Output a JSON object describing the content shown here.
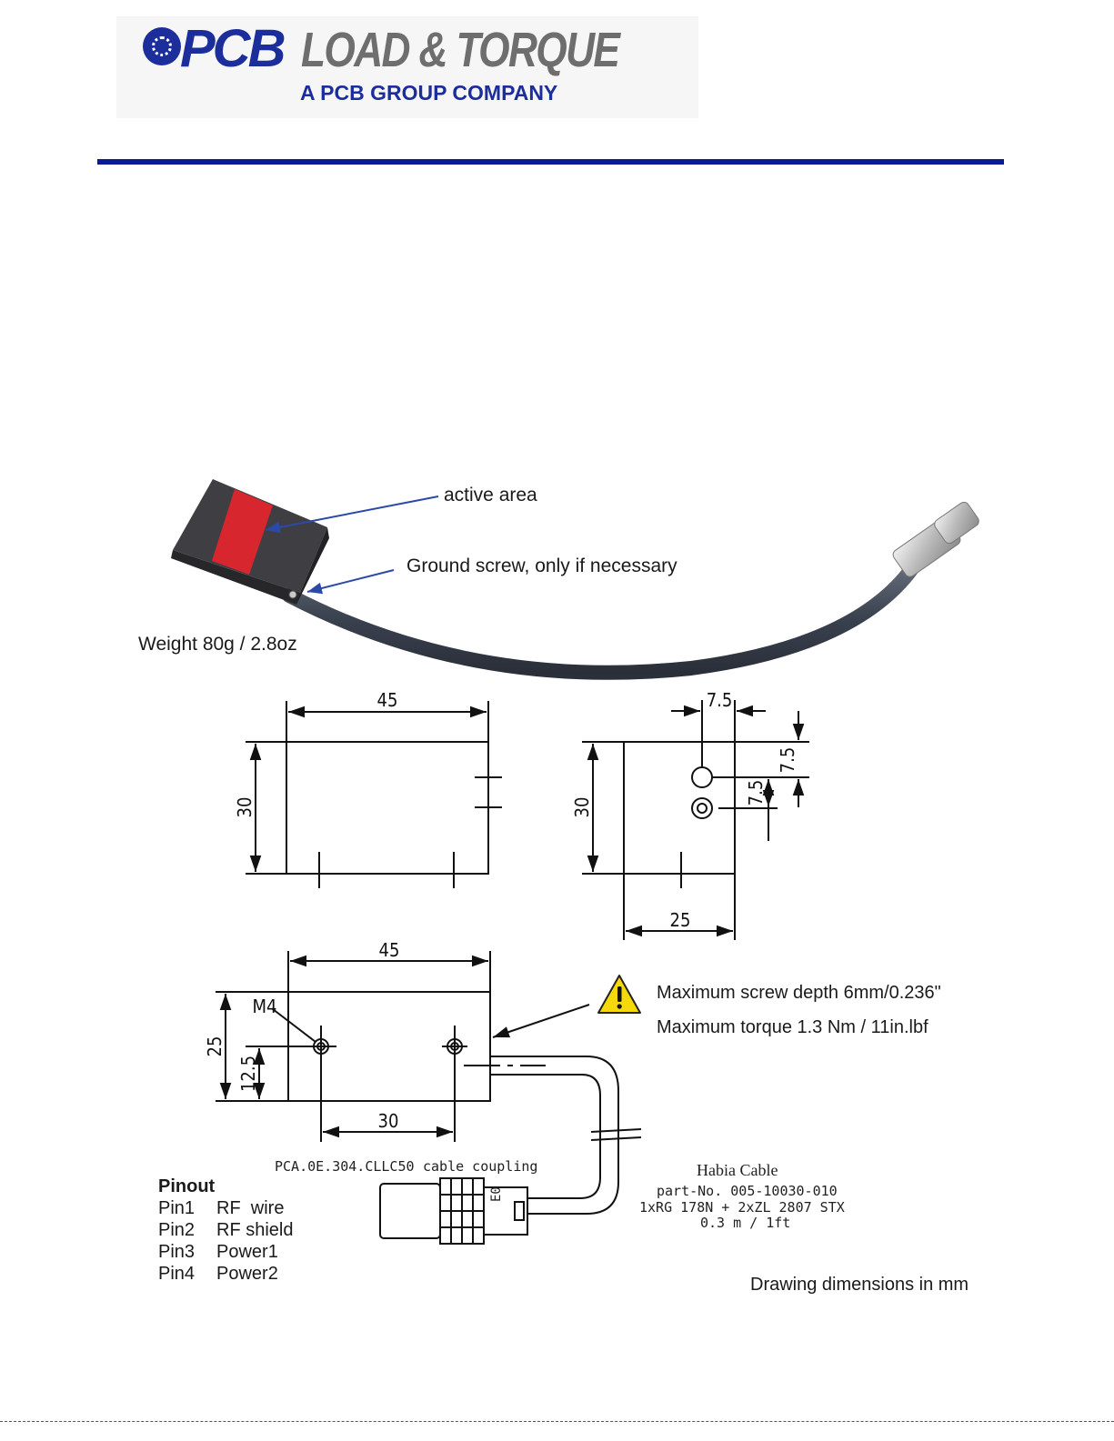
{
  "logo": {
    "brand": "PCB",
    "division": "LOAD & TORQUE",
    "tagline": "A PCB GROUP COMPANY"
  },
  "photo_labels": {
    "active_area": "active area",
    "ground_screw": "Ground screw, only if necessary",
    "weight": "Weight 80g / 2.8oz"
  },
  "drawing": {
    "dims": [
      "45",
      "30",
      "7.5",
      "7.5",
      "7.5",
      "30",
      "25",
      "45",
      "25",
      "12.5",
      "30"
    ],
    "thread": "M4",
    "warning": {
      "line1": "Maximum screw depth 6mm/0.236\"",
      "line2": "Maximum torque 1.3 Nm / 11in.lbf"
    },
    "connector_part": "PCA.0E.304.CLLC50",
    "connector_label": "cable coupling",
    "connector_marking": "E0",
    "cable": {
      "name": "Habia Cable",
      "part_no": "part-No. 005-10030-010",
      "spec": "1xRG 178N + 2xZL 2807 STX",
      "length": "0.3 m / 1ft"
    },
    "units_note": "Drawing dimensions in mm"
  },
  "pinout": {
    "title": "Pinout",
    "pins": [
      {
        "pin": "Pin1",
        "signal": "RF  wire"
      },
      {
        "pin": "Pin2",
        "signal": "RF shield"
      },
      {
        "pin": "Pin3",
        "signal": "Power1"
      },
      {
        "pin": "Pin4",
        "signal": "Power2"
      }
    ]
  },
  "colors": {
    "brand_blue": "#1c2d9c",
    "rule_blue": "#0a1a94",
    "logo_grey": "#6e6e6e",
    "active_area_red": "#d7262e",
    "warning_yellow": "#f5d90a"
  }
}
